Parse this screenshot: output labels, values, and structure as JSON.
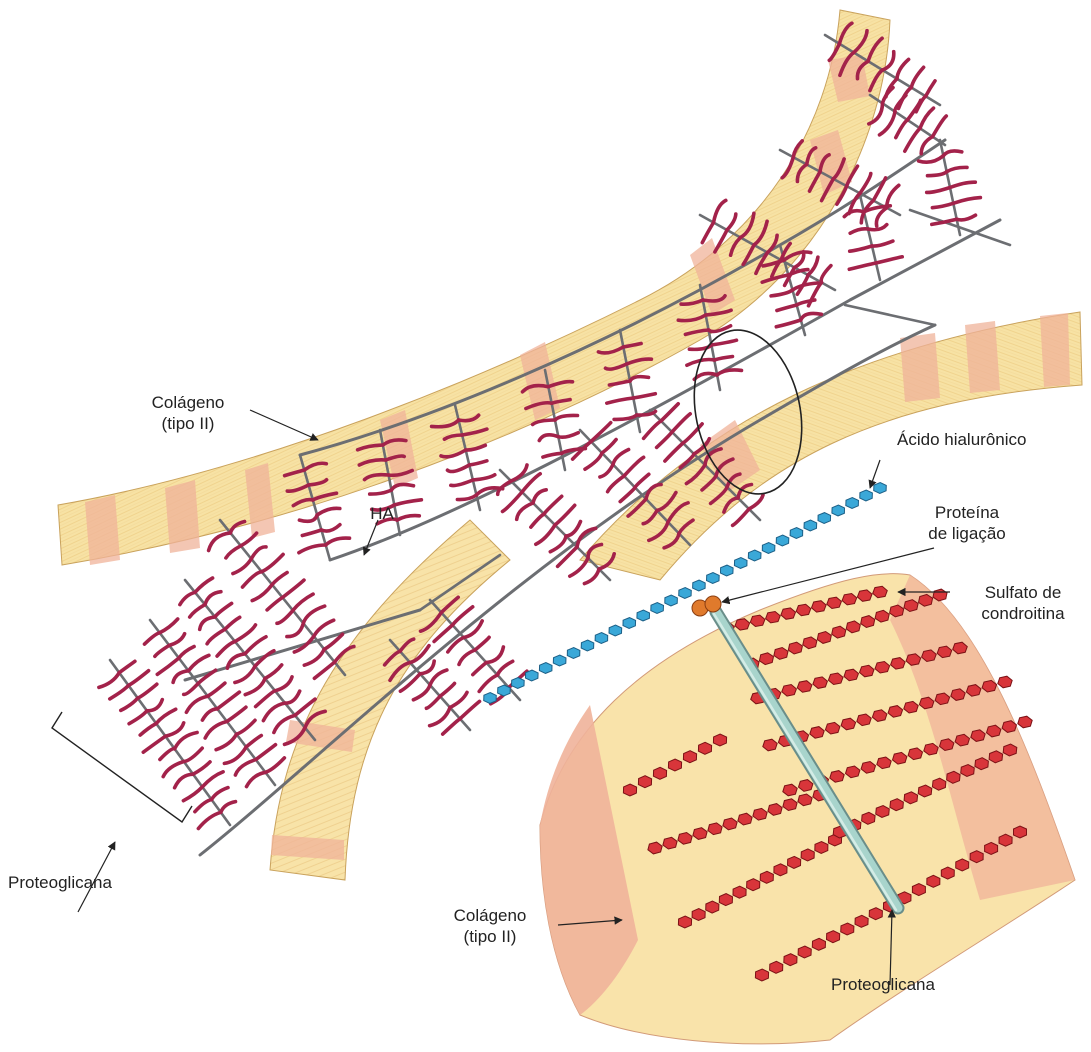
{
  "labels": {
    "colageno_top": [
      "Colágeno",
      "(tipo II)"
    ],
    "ha": "HA",
    "proteoglicana_left": "Proteoglicana",
    "acido_hialuronico": "Ácido hialurônico",
    "proteina_ligacao": [
      "Proteína",
      "de ligação"
    ],
    "sulfato_condroitina": [
      "Sulfato de",
      "condroitina"
    ],
    "colageno_bottom": [
      "Colágeno",
      "(tipo II)"
    ],
    "proteoglicana_bottom": "Proteoglicana"
  },
  "colors": {
    "collagen_fiber": "#f7e2a4",
    "collagen_band": "#f0b39a",
    "chondroitin_wavy": "#a3224a",
    "proteoglycan_core": "#6c6e72",
    "hyaluronic_acid": "#3aa8d8",
    "chondroitin_bead": "#d8353a",
    "link_protein": "#e07a2c",
    "core_protein": "#a8d4cc",
    "label_text": "#222222"
  }
}
